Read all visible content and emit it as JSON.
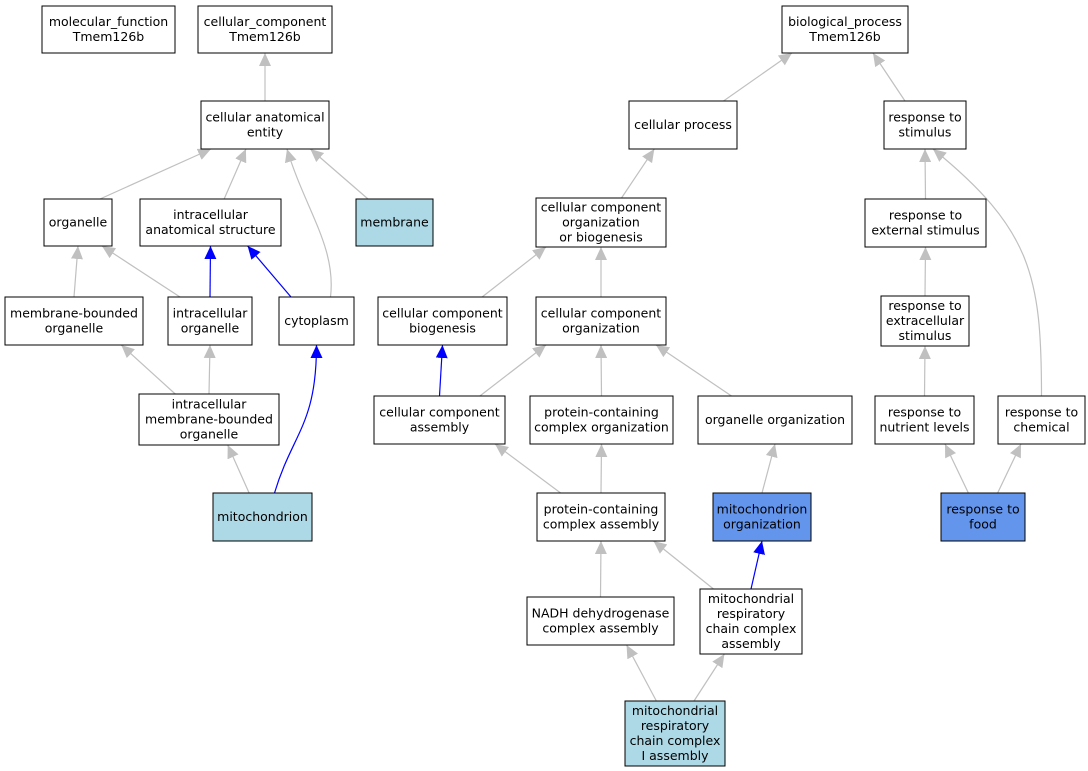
{
  "nodes": {
    "molecular_function": {
      "lines": [
        "molecular_function",
        "Tmem126b"
      ],
      "fill": "#ffffff"
    },
    "cellular_component": {
      "lines": [
        "cellular_component",
        "Tmem126b"
      ],
      "fill": "#ffffff"
    },
    "biological_process": {
      "lines": [
        "biological_process",
        "Tmem126b"
      ],
      "fill": "#ffffff"
    },
    "cellular_anatomical_entity": {
      "lines": [
        "cellular anatomical",
        "entity"
      ],
      "fill": "#ffffff"
    },
    "organelle": {
      "lines": [
        "organelle"
      ],
      "fill": "#ffffff"
    },
    "intracellular_anatomical_structure": {
      "lines": [
        "intracellular",
        "anatomical structure"
      ],
      "fill": "#ffffff"
    },
    "membrane": {
      "lines": [
        "membrane"
      ],
      "fill": "#add8e6"
    },
    "membrane_bounded_organelle": {
      "lines": [
        "membrane-bounded",
        "organelle"
      ],
      "fill": "#ffffff"
    },
    "intracellular_organelle": {
      "lines": [
        "intracellular",
        "organelle"
      ],
      "fill": "#ffffff"
    },
    "cytoplasm": {
      "lines": [
        "cytoplasm"
      ],
      "fill": "#ffffff"
    },
    "intracellular_membrane_bounded_organelle": {
      "lines": [
        "intracellular",
        "membrane-bounded",
        "organelle"
      ],
      "fill": "#ffffff"
    },
    "mitochondrion": {
      "lines": [
        "mitochondrion"
      ],
      "fill": "#add8e6"
    },
    "cellular_process": {
      "lines": [
        "cellular process"
      ],
      "fill": "#ffffff"
    },
    "cellular_component_organization_or_biogenesis": {
      "lines": [
        "cellular component",
        "organization",
        "or biogenesis"
      ],
      "fill": "#ffffff"
    },
    "cellular_component_biogenesis": {
      "lines": [
        "cellular component",
        "biogenesis"
      ],
      "fill": "#ffffff"
    },
    "cellular_component_organization": {
      "lines": [
        "cellular component",
        "organization"
      ],
      "fill": "#ffffff"
    },
    "cellular_component_assembly": {
      "lines": [
        "cellular component",
        "assembly"
      ],
      "fill": "#ffffff"
    },
    "protein_containing_complex_organization": {
      "lines": [
        "protein-containing",
        "complex organization"
      ],
      "fill": "#ffffff"
    },
    "organelle_organization": {
      "lines": [
        "organelle organization"
      ],
      "fill": "#ffffff"
    },
    "protein_containing_complex_assembly": {
      "lines": [
        "protein-containing",
        "complex assembly"
      ],
      "fill": "#ffffff"
    },
    "mitochondrion_organization": {
      "lines": [
        "mitochondrion",
        "organization"
      ],
      "fill": "#6495ed"
    },
    "nadh_dehydrogenase_complex_assembly": {
      "lines": [
        "NADH dehydrogenase",
        "complex assembly"
      ],
      "fill": "#ffffff"
    },
    "mitochondrial_respiratory_chain_complex_assembly": {
      "lines": [
        "mitochondrial",
        "respiratory",
        "chain complex",
        "assembly"
      ],
      "fill": "#ffffff"
    },
    "mitochondrial_respiratory_chain_complex_i_assembly": {
      "lines": [
        "mitochondrial",
        "respiratory",
        "chain complex",
        "I assembly"
      ],
      "fill": "#add8e6"
    },
    "response_to_stimulus": {
      "lines": [
        "response to",
        "stimulus"
      ],
      "fill": "#ffffff"
    },
    "response_to_external_stimulus": {
      "lines": [
        "response to",
        "external stimulus"
      ],
      "fill": "#ffffff"
    },
    "response_to_extracellular_stimulus": {
      "lines": [
        "response to",
        "extracellular",
        "stimulus"
      ],
      "fill": "#ffffff"
    },
    "response_to_nutrient_levels": {
      "lines": [
        "response to",
        "nutrient levels"
      ],
      "fill": "#ffffff"
    },
    "response_to_chemical": {
      "lines": [
        "response to",
        "chemical"
      ],
      "fill": "#ffffff"
    },
    "response_to_food": {
      "lines": [
        "response to",
        "food"
      ],
      "fill": "#6495ed"
    }
  },
  "edges": [
    {
      "from": "cellular_anatomical_entity",
      "to": "cellular_component",
      "type": "is_a"
    },
    {
      "from": "organelle",
      "to": "cellular_anatomical_entity",
      "type": "is_a"
    },
    {
      "from": "intracellular_anatomical_structure",
      "to": "cellular_anatomical_entity",
      "type": "is_a"
    },
    {
      "from": "membrane",
      "to": "cellular_anatomical_entity",
      "type": "is_a"
    },
    {
      "from": "cytoplasm",
      "to": "cellular_anatomical_entity",
      "type": "is_a"
    },
    {
      "from": "membrane_bounded_organelle",
      "to": "organelle",
      "type": "is_a"
    },
    {
      "from": "intracellular_organelle",
      "to": "organelle",
      "type": "is_a"
    },
    {
      "from": "intracellular_organelle",
      "to": "intracellular_anatomical_structure",
      "type": "part_of"
    },
    {
      "from": "cytoplasm",
      "to": "intracellular_anatomical_structure",
      "type": "part_of"
    },
    {
      "from": "intracellular_membrane_bounded_organelle",
      "to": "membrane_bounded_organelle",
      "type": "is_a"
    },
    {
      "from": "intracellular_membrane_bounded_organelle",
      "to": "intracellular_organelle",
      "type": "is_a"
    },
    {
      "from": "mitochondrion",
      "to": "intracellular_membrane_bounded_organelle",
      "type": "is_a"
    },
    {
      "from": "mitochondrion",
      "to": "cytoplasm",
      "type": "part_of"
    },
    {
      "from": "cellular_process",
      "to": "biological_process",
      "type": "is_a"
    },
    {
      "from": "response_to_stimulus",
      "to": "biological_process",
      "type": "is_a"
    },
    {
      "from": "cellular_component_organization_or_biogenesis",
      "to": "cellular_process",
      "type": "is_a"
    },
    {
      "from": "cellular_component_biogenesis",
      "to": "cellular_component_organization_or_biogenesis",
      "type": "is_a"
    },
    {
      "from": "cellular_component_organization",
      "to": "cellular_component_organization_or_biogenesis",
      "type": "is_a"
    },
    {
      "from": "cellular_component_assembly",
      "to": "cellular_component_biogenesis",
      "type": "part_of"
    },
    {
      "from": "cellular_component_assembly",
      "to": "cellular_component_organization",
      "type": "is_a"
    },
    {
      "from": "protein_containing_complex_organization",
      "to": "cellular_component_organization",
      "type": "is_a"
    },
    {
      "from": "organelle_organization",
      "to": "cellular_component_organization",
      "type": "is_a"
    },
    {
      "from": "protein_containing_complex_assembly",
      "to": "cellular_component_assembly",
      "type": "is_a"
    },
    {
      "from": "protein_containing_complex_assembly",
      "to": "protein_containing_complex_organization",
      "type": "is_a"
    },
    {
      "from": "mitochondrion_organization",
      "to": "organelle_organization",
      "type": "is_a"
    },
    {
      "from": "nadh_dehydrogenase_complex_assembly",
      "to": "protein_containing_complex_assembly",
      "type": "is_a"
    },
    {
      "from": "mitochondrial_respiratory_chain_complex_assembly",
      "to": "protein_containing_complex_assembly",
      "type": "is_a"
    },
    {
      "from": "mitochondrial_respiratory_chain_complex_assembly",
      "to": "mitochondrion_organization",
      "type": "part_of"
    },
    {
      "from": "mitochondrial_respiratory_chain_complex_i_assembly",
      "to": "nadh_dehydrogenase_complex_assembly",
      "type": "is_a"
    },
    {
      "from": "mitochondrial_respiratory_chain_complex_i_assembly",
      "to": "mitochondrial_respiratory_chain_complex_assembly",
      "type": "is_a"
    },
    {
      "from": "response_to_external_stimulus",
      "to": "response_to_stimulus",
      "type": "is_a"
    },
    {
      "from": "response_to_chemical",
      "to": "response_to_stimulus",
      "type": "is_a"
    },
    {
      "from": "response_to_extracellular_stimulus",
      "to": "response_to_external_stimulus",
      "type": "is_a"
    },
    {
      "from": "response_to_nutrient_levels",
      "to": "response_to_extracellular_stimulus",
      "type": "is_a"
    },
    {
      "from": "response_to_food",
      "to": "response_to_nutrient_levels",
      "type": "is_a"
    },
    {
      "from": "response_to_food",
      "to": "response_to_chemical",
      "type": "is_a"
    }
  ],
  "edge_colors": {
    "is_a": "#c0c0c0",
    "part_of": "#0000ff"
  }
}
